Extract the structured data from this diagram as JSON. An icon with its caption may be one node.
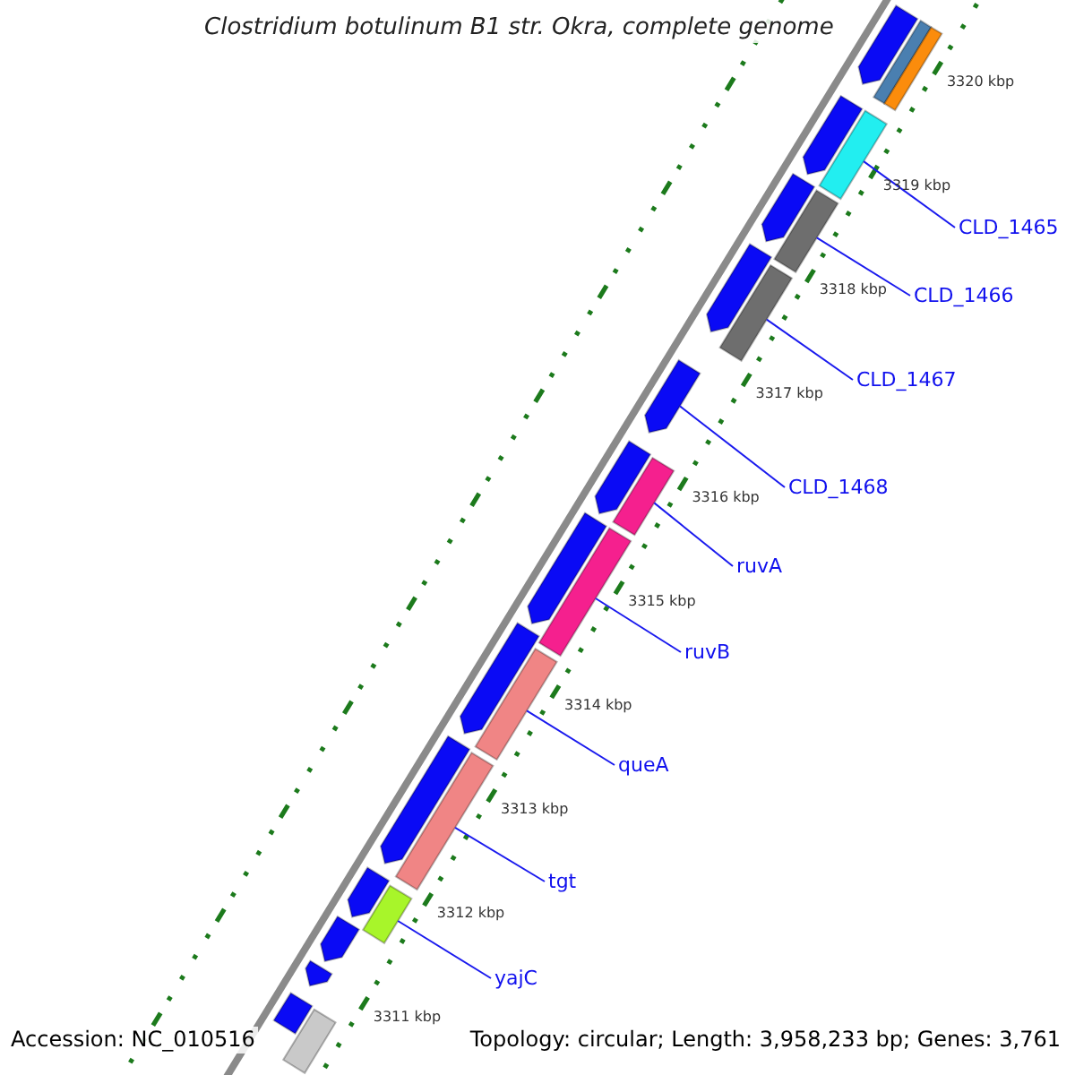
{
  "diagram": {
    "title": "Clostridium botulinum B1 str. Okra, complete genome",
    "nodes": [
      {
        "text": [
          "CLD_1465"
        ]
      },
      {
        "text": [
          "CLD_1466"
        ]
      },
      {
        "text": [
          "CLD_1467"
        ]
      },
      {
        "text": [
          "CLD_1468"
        ]
      },
      {
        "text": [
          "ruvA"
        ]
      },
      {
        "text": [
          "ruvB"
        ]
      },
      {
        "text": [
          "queA"
        ]
      },
      {
        "text": [
          "tgt"
        ]
      },
      {
        "text": [
          "yajC"
        ]
      },
      {
        "text": [],
        "shape": "bar"
      },
      {
        "text": [],
        "shape": "bar"
      },
      {
        "text": [],
        "shape": "bar"
      },
      {
        "text": [],
        "shape": "bar"
      },
      {
        "text": [],
        "shape": "bar"
      },
      {
        "text": [],
        "shape": "bar"
      },
      {
        "text": [],
        "shape": "bar"
      },
      {
        "text": [],
        "shape": "bar"
      },
      {
        "text": [],
        "shape": "bar"
      },
      {
        "text": [],
        "shape": "bar"
      },
      {
        "text": [],
        "shape": "bar"
      },
      {
        "text": [],
        "shape": "bar"
      },
      {
        "text": [],
        "shape": "bar"
      },
      {
        "text": [],
        "shape": "bar"
      },
      {
        "text": [],
        "shape": "bar"
      },
      {
        "text": [],
        "shape": "bar"
      },
      {
        "text": [],
        "shape": "bar"
      },
      {
        "text": [],
        "shape": "bar"
      },
      {
        "text": [],
        "shape": "bar"
      },
      {
        "text": [],
        "shape": "bar"
      },
      {
        "text": [],
        "shape": "bar"
      },
      {
        "text": [],
        "shape": "bar"
      },
      {
        "text": [],
        "shape": "bar"
      },
      {
        "text": [],
        "shape": "bar"
      }
    ],
    "edges": [
      {
        "from": 0,
        "to": 9,
        "arrow": "none"
      },
      {
        "from": 1,
        "to": 10,
        "arrow": "none"
      },
      {
        "from": 2,
        "to": 11,
        "arrow": "none"
      },
      {
        "from": 3,
        "to": 12,
        "arrow": "none"
      },
      {
        "from": 4,
        "to": 13,
        "arrow": "none"
      },
      {
        "from": 5,
        "to": 14,
        "arrow": "none"
      },
      {
        "from": 6,
        "to": 15,
        "arrow": "none"
      },
      {
        "from": 7,
        "to": 16,
        "arrow": "none"
      },
      {
        "from": 8,
        "to": 17,
        "arrow": "none"
      }
    ],
    "labels": [
      "3320 kbp",
      "3319 kbp",
      "3318 kbp",
      "3317 kbp",
      "3316 kbp",
      "3315 kbp",
      "3314 kbp",
      "3313 kbp",
      "3312 kbp",
      "3311 kbp",
      "Accession: NC_010516",
      "Topology: circular; Length: 3,958,233 bp; Genes: 3,761"
    ]
  }
}
